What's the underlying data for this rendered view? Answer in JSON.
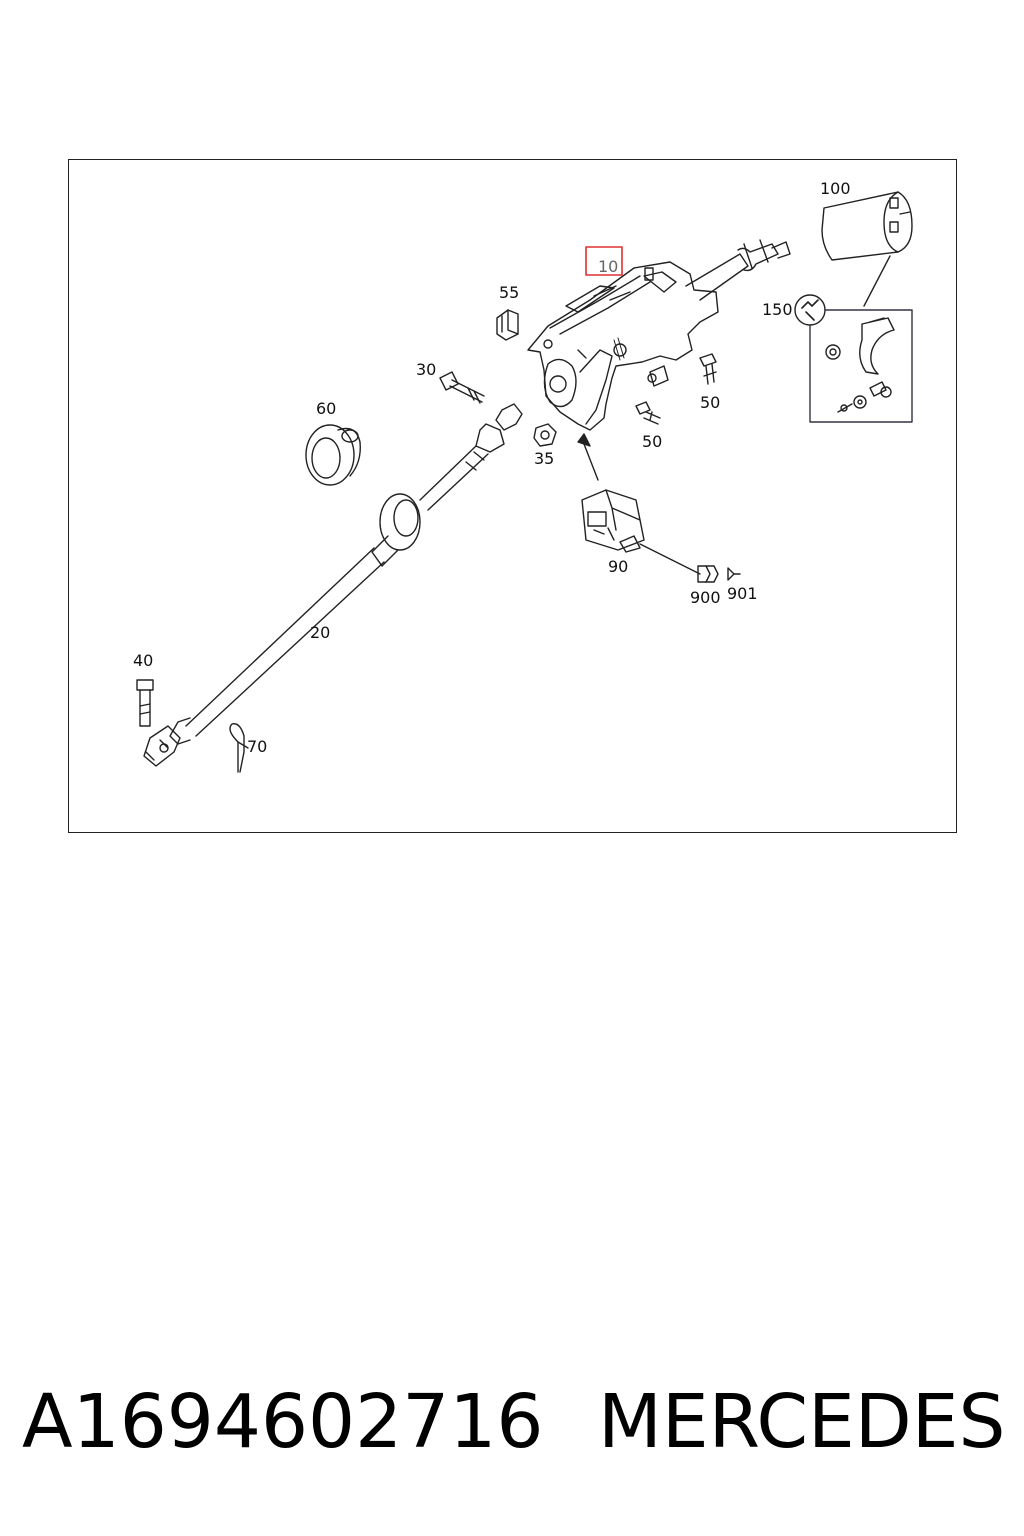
{
  "diagram": {
    "callouts": {
      "c100": "100",
      "c10": "10",
      "c55": "55",
      "c150": "150",
      "c30": "30",
      "c50a": "50",
      "c60": "60",
      "c50b": "50",
      "c35": "35",
      "c90": "90",
      "c900": "900",
      "c901": "901",
      "c20": "20",
      "c40": "40",
      "c70": "70"
    },
    "highlight_color": "#e03030",
    "highlighted_callout": "10"
  },
  "footer": {
    "part_number": "A1694602716",
    "brand": "MERCEDES"
  }
}
